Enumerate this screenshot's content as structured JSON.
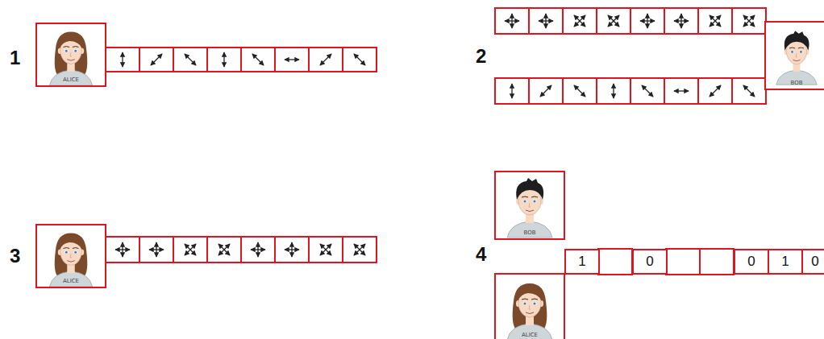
{
  "diagram": {
    "nodes": [
      {
        "text": [
          "ALICE"
        ]
      },
      {
        "text": [
          "BOB"
        ]
      },
      {
        "text": [
          "ALICE"
        ]
      },
      {
        "text": [
          "BOB"
        ]
      },
      {
        "text": [
          "1"
        ]
      },
      {
        "text": [
          "0"
        ]
      },
      {
        "text": [
          "0"
        ]
      },
      {
        "text": [
          "1"
        ]
      },
      {
        "text": [
          "0"
        ]
      },
      {
        "text": [
          "ALICE"
        ]
      }
    ],
    "labels": [
      "1",
      "2",
      "3",
      "4"
    ]
  }
}
